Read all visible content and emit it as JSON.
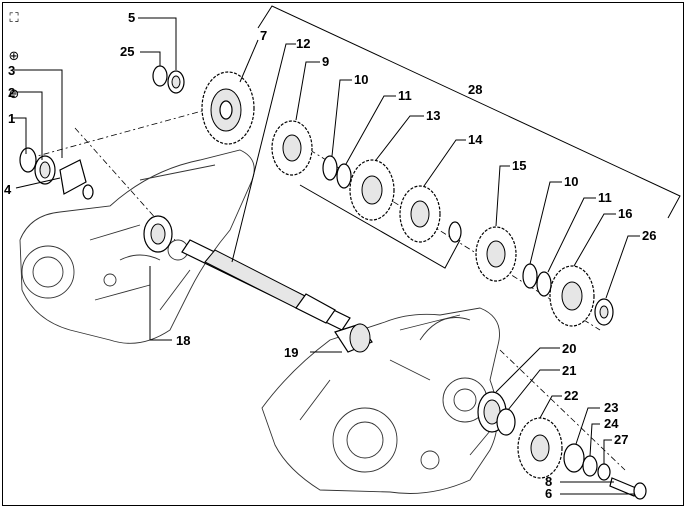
{
  "toolbar": {
    "fit_icon": "fit-page-icon",
    "zoom_in_icon": "zoom-in-icon",
    "zoom_out_icon": "zoom-out-icon",
    "zoom_in_glyph": "⊕",
    "zoom_out_glyph": "⊖",
    "fit_glyph": "⛶"
  },
  "labels": {
    "p1": "1",
    "p2": "2",
    "p3": "3",
    "p4": "4",
    "p5": "5",
    "p6": "6",
    "p7": "7",
    "p8": "8",
    "p9": "9",
    "p10a": "10",
    "p10b": "10",
    "p11a": "11",
    "p11b": "11",
    "p12": "12",
    "p13": "13",
    "p14": "14",
    "p15": "15",
    "p16": "16",
    "p18": "18",
    "p19": "19",
    "p20": "20",
    "p21": "21",
    "p22": "22",
    "p23": "23",
    "p24": "24",
    "p25": "25",
    "p26": "26",
    "p27": "27",
    "p28": "28"
  }
}
